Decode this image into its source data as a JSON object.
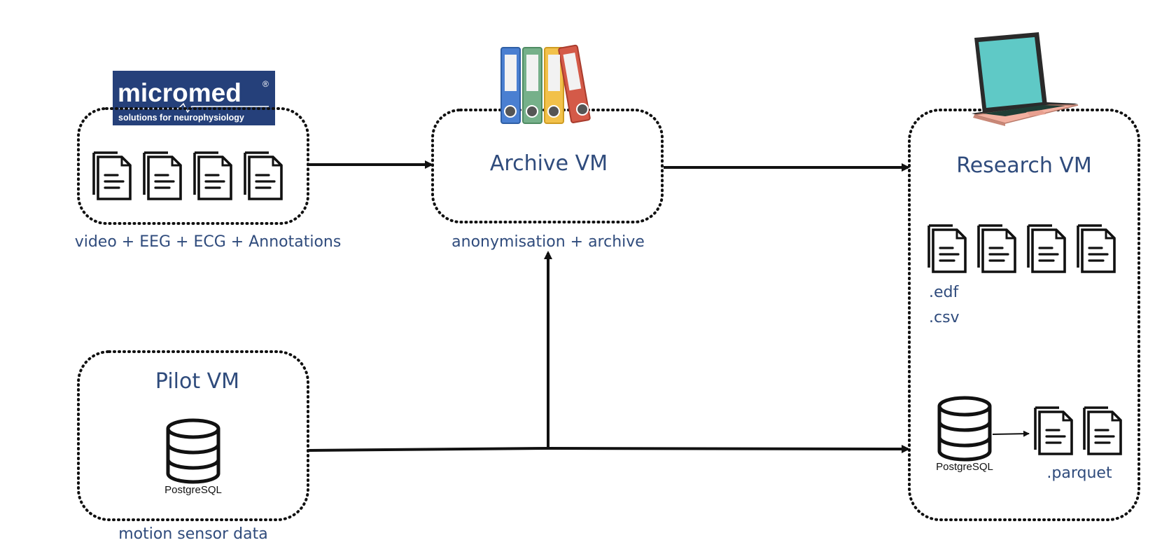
{
  "micromed_logo": {
    "brand": "micromed",
    "registered": "®",
    "tagline": "solutions for neurophysiology"
  },
  "source": {
    "caption": "video + EEG + ECG + Annotations",
    "file_count": 4
  },
  "archive_vm": {
    "title": "Archive VM",
    "caption": "anonymisation + archive"
  },
  "pilot_vm": {
    "title": "Pilot VM",
    "db_label": "PostgreSQL",
    "caption": "motion sensor data"
  },
  "research_vm": {
    "title": "Research VM",
    "file_count": 4,
    "formats": [
      ".edf",
      ".csv"
    ],
    "db_label": "PostgreSQL",
    "parquet_label": ".parquet"
  },
  "colors": {
    "text": "#2f4b7c",
    "logo_bg": "#25407a",
    "binder_blue": "#4a7fd1",
    "binder_green": "#76b08a",
    "binder_yellow": "#f2c14a",
    "binder_red": "#d45a48",
    "laptop_screen": "#5fc9c6",
    "laptop_body": "#f2b0a0"
  }
}
